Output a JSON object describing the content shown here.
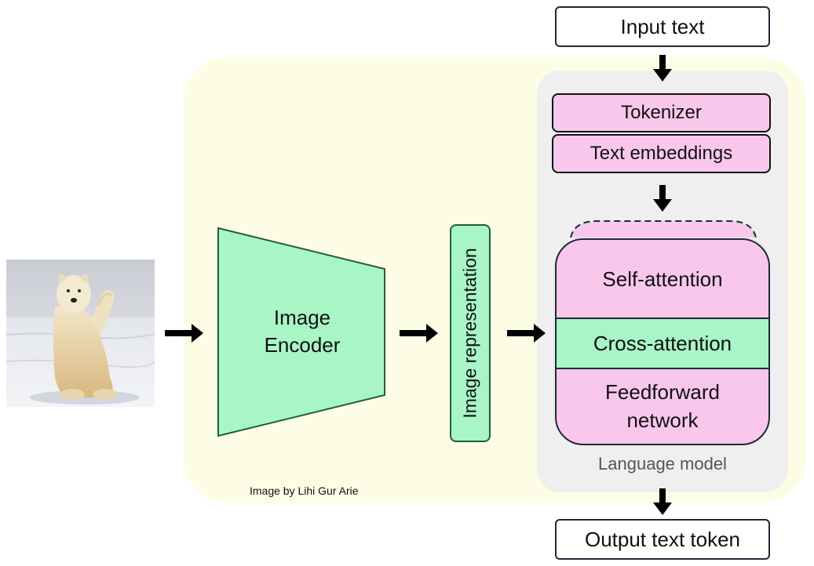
{
  "input_text": "Input text",
  "tokenizer": "Tokenizer",
  "text_embeddings": "Text embeddings",
  "image_encoder": {
    "line1": "Image",
    "line2": "Encoder"
  },
  "image_representation": "Image representation",
  "self_attention": "Self-attention",
  "cross_attention": "Cross-attention",
  "feedforward": {
    "line1": "Feedforward",
    "line2": "network"
  },
  "language_model": "Language model",
  "credit": "Image by Lihi Gur Arie",
  "output_text_token": "Output text token",
  "colors": {
    "pink": "#f9c7ec",
    "green": "#a8f5c6",
    "yellow_bg": "#fdfde6",
    "gray_bg": "#efefef"
  }
}
